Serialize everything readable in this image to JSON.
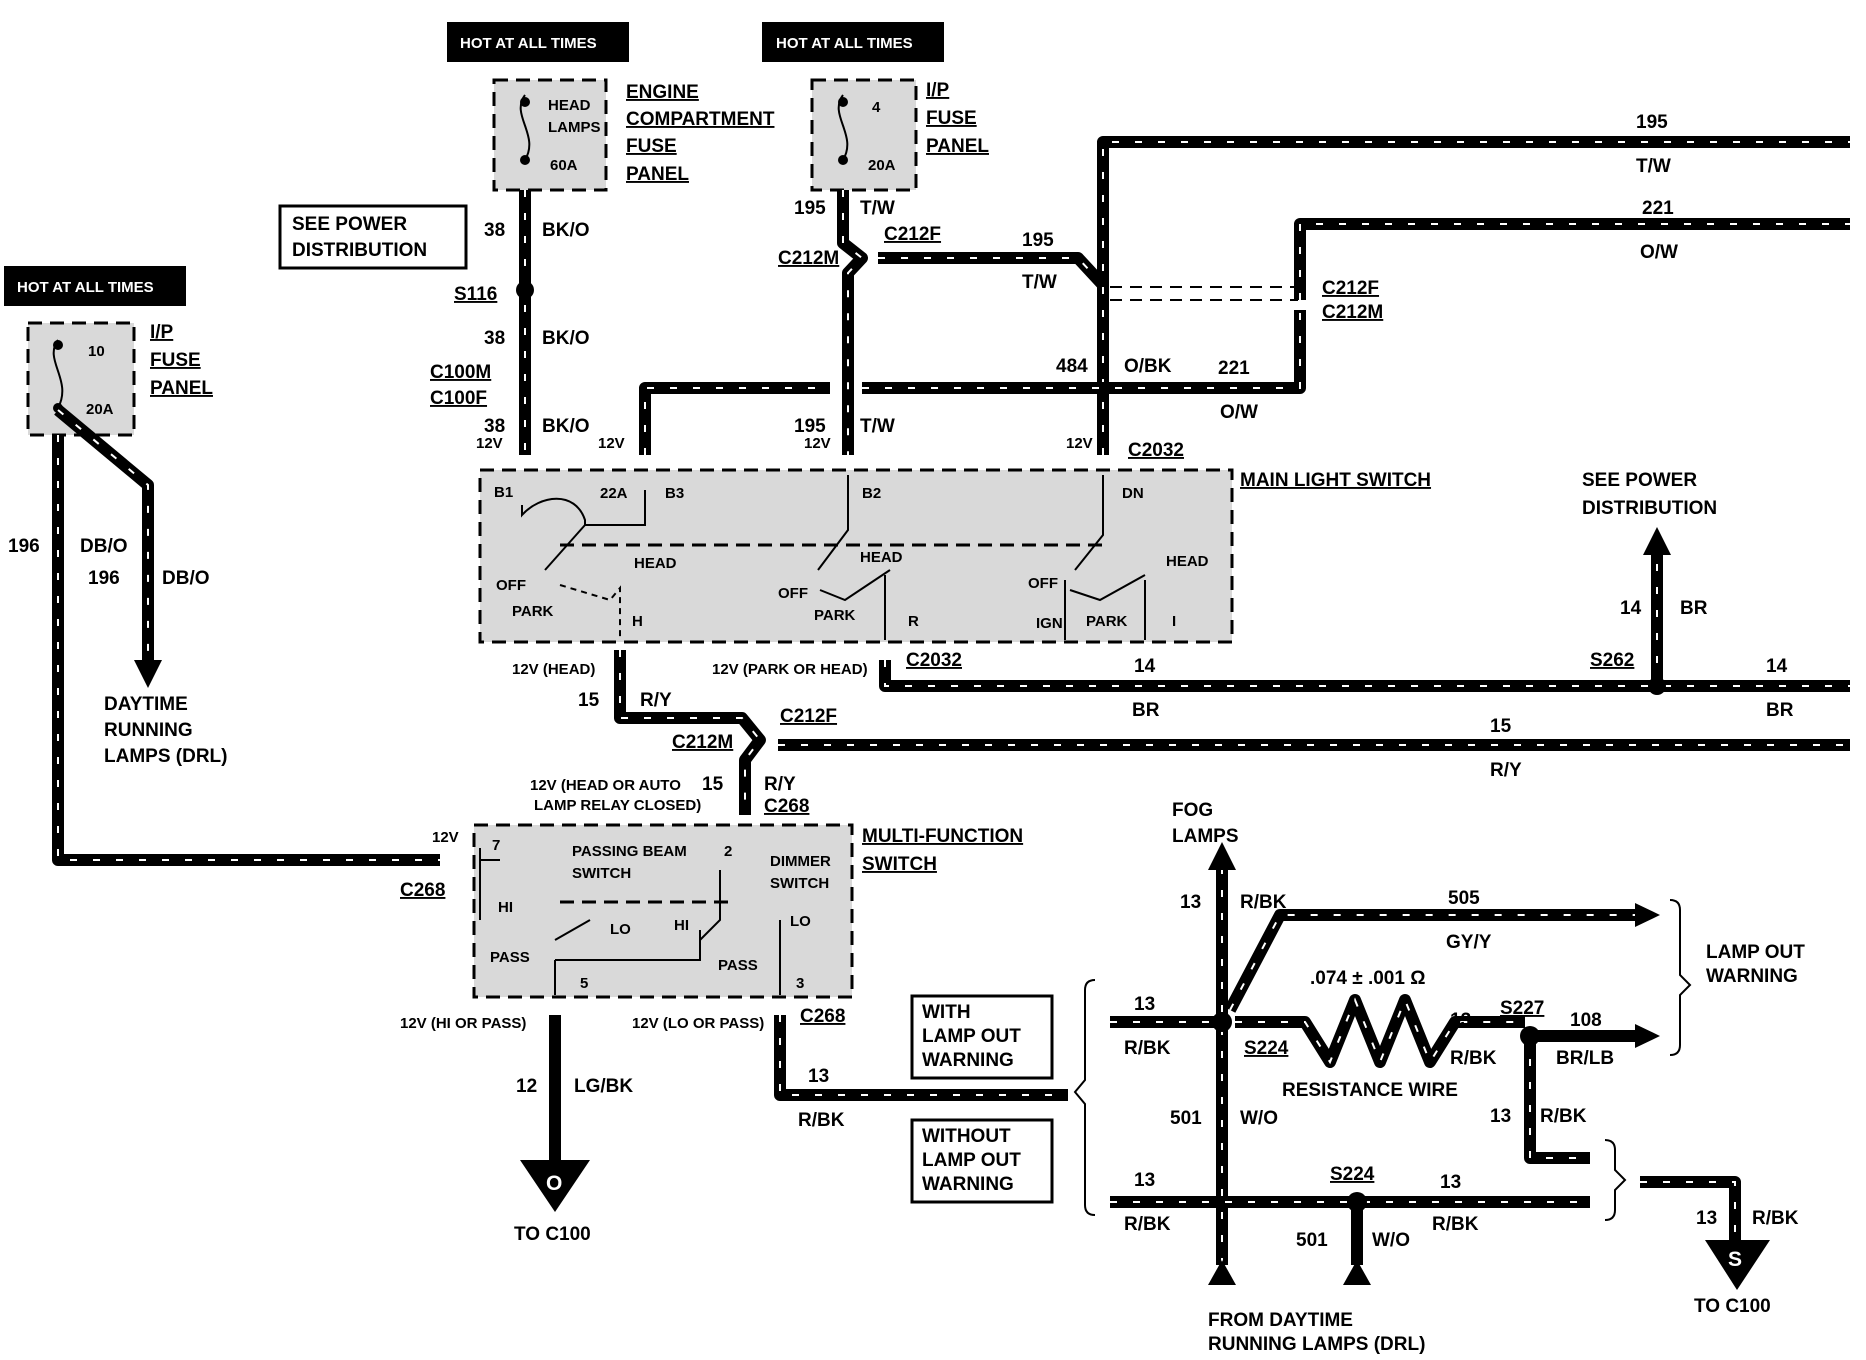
{
  "hot_labels": [
    "HOT AT ALL TIMES",
    "HOT AT ALL TIMES",
    "HOT AT ALL TIMES"
  ],
  "fuses": {
    "engine_fuse": {
      "name": [
        "HEAD",
        "LAMPS"
      ],
      "rating": "60A",
      "title": [
        "ENGINE",
        "COMPARTMENT",
        "FUSE",
        "PANEL"
      ]
    },
    "ip_fuse_4": {
      "num": "4",
      "rating": "20A",
      "title": [
        "I/P",
        "FUSE",
        "PANEL"
      ]
    },
    "ip_fuse_10": {
      "num": "10",
      "rating": "20A",
      "title": [
        "I/P",
        "FUSE",
        "PANEL"
      ]
    }
  },
  "see_power_distribution": [
    "SEE POWER",
    "DISTRIBUTION"
  ],
  "connectors": {
    "S116": "S116",
    "C100M": "C100M",
    "C100F": "C100F",
    "C212M": "C212M",
    "C212F": "C212F",
    "C2032": "C2032",
    "S262": "S262",
    "C268": "C268",
    "S224": "S224",
    "S227": "S227"
  },
  "circuits": {
    "c38": "38",
    "bko": "BK/O",
    "c195": "195",
    "tw": "T/W",
    "c221": "221",
    "ow": "O/W",
    "c484": "484",
    "obk": "O/BK",
    "c196": "196",
    "dbo": "DB/O",
    "c15": "15",
    "ry": "R/Y",
    "c14": "14",
    "br": "BR",
    "c12": "12",
    "lgbk": "LG/BK",
    "c13": "13",
    "rbk": "R/BK",
    "c505": "505",
    "gyy": "GY/Y",
    "c108": "108",
    "brlb": "BR/LB",
    "c501": "501",
    "wo": "W/O"
  },
  "voltages": {
    "v12": "12V",
    "v12_head": "12V (HEAD)",
    "v12_park_head": "12V (PARK OR HEAD)",
    "v12_head_auto": [
      "12V (HEAD OR AUTO",
      "LAMP RELAY CLOSED)"
    ],
    "v12_hi_pass": "12V (HI OR PASS)",
    "v12_lo_pass": "12V (LO OR PASS)"
  },
  "main_light_switch": {
    "title": "MAIN LIGHT SWITCH",
    "terms": {
      "b1": "B1",
      "b3": "B3",
      "b2": "B2",
      "dn": "DN",
      "h": "H",
      "r": "R",
      "i": "I",
      "fuse": "22A"
    },
    "positions": {
      "off": "OFF",
      "park": "PARK",
      "head": "HEAD",
      "ign": "IGN"
    }
  },
  "multi_function_switch": {
    "title": [
      "MULTI-FUNCTION",
      "SWITCH"
    ],
    "passing": [
      "PASSING BEAM",
      "SWITCH"
    ],
    "dimmer": [
      "DIMMER",
      "SWITCH"
    ],
    "terms": {
      "t7": "7",
      "t2": "2",
      "t5": "5",
      "t3": "3"
    },
    "positions": {
      "hi": "HI",
      "lo": "LO",
      "pass": "PASS"
    }
  },
  "destinations": {
    "drl": [
      "DAYTIME",
      "RUNNING",
      "LAMPS (DRL)"
    ],
    "to_c100": "TO C100",
    "to_c100_s": "TO  C100",
    "o_letter": "O",
    "s_letter": "S",
    "fog": [
      "FOG",
      "LAMPS"
    ],
    "from_drl": [
      "FROM DAYTIME",
      "RUNNING LAMPS (DRL)"
    ],
    "lamp_out_warning": [
      "LAMP OUT",
      "WARNING"
    ]
  },
  "options": {
    "with_lamp_out": [
      "WITH",
      "LAMP OUT",
      "WARNING"
    ],
    "without_lamp_out": [
      "WITHOUT",
      "LAMP OUT",
      "WARNING"
    ]
  },
  "resistance": {
    "value": ".074 ± .001 Ω",
    "label": "RESISTANCE WIRE"
  }
}
